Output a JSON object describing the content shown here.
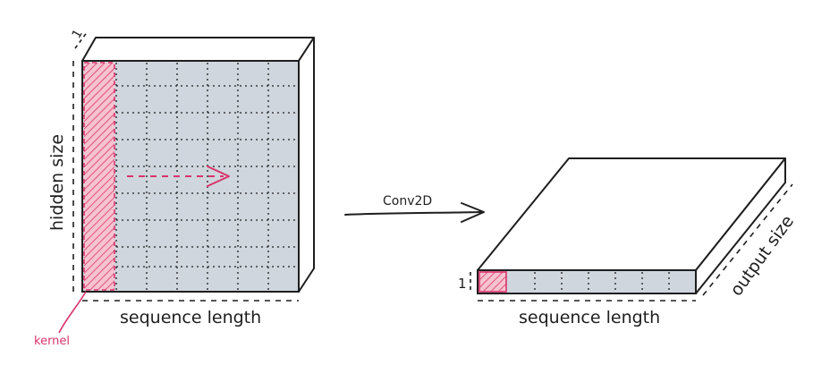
{
  "labels": {
    "hidden_size": "hidden size",
    "left_one": "1",
    "sequence_length_left": "sequence length",
    "kernel": "kernel",
    "arrow_label": "Conv2D",
    "right_one": "1",
    "sequence_length_right": "sequence length",
    "output_size": "output size"
  },
  "colors": {
    "face_fill": "#cfd6dd",
    "outline": "#1e1e1e",
    "kernel": "#d9336c",
    "kernel_fill": "#f3a7b8",
    "white": "#ffffff"
  },
  "icons": {
    "right_arrow": "arrow-right-icon",
    "dashed_arrow": "dashed-arrow-right-icon"
  }
}
